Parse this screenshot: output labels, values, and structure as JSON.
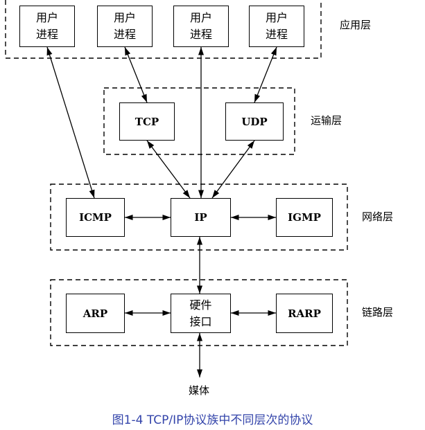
{
  "layers": {
    "application": "应用层",
    "transport": "运输层",
    "network": "网络层",
    "link": "链路层"
  },
  "processes": [
    "用户\n进程",
    "用户\n进程",
    "用户\n进程",
    "用户\n进程"
  ],
  "transport": {
    "tcp": "TCP",
    "udp": "UDP"
  },
  "network": {
    "icmp": "ICMP",
    "ip": "IP",
    "igmp": "IGMP"
  },
  "link": {
    "arp": "ARP",
    "hw": "硬件\n接口",
    "rarp": "RARP"
  },
  "media": "媒体",
  "caption": "图1-4  TCP/IP协议族中不同层次的协议",
  "colors": {
    "caption": "#3344aa"
  }
}
